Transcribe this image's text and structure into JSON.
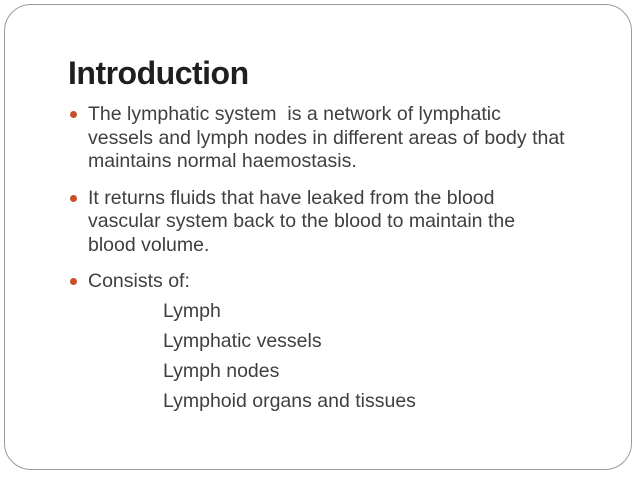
{
  "slide": {
    "title": "Introduction",
    "bullets": [
      {
        "lines": [
          "The lymphatic system  is a network of lymphatic",
          "vessels and lymph nodes in different areas of body that",
          "maintains normal haemostasis."
        ]
      },
      {
        "lines": [
          "It returns fluids that have leaked from the blood",
          "vascular system back to the blood to maintain the",
          "blood volume."
        ]
      },
      {
        "lines": [
          "Consists of:"
        ]
      }
    ],
    "sub_items": [
      "Lymph",
      "Lymphatic vessels",
      "Lymph nodes",
      "Lymphoid organs and tissues"
    ],
    "colors": {
      "accent": "#C7502B",
      "title": "#1F1F1F",
      "body": "#3F3F3F",
      "border": "#9B9B9B",
      "background": "#FFFFFF"
    }
  }
}
